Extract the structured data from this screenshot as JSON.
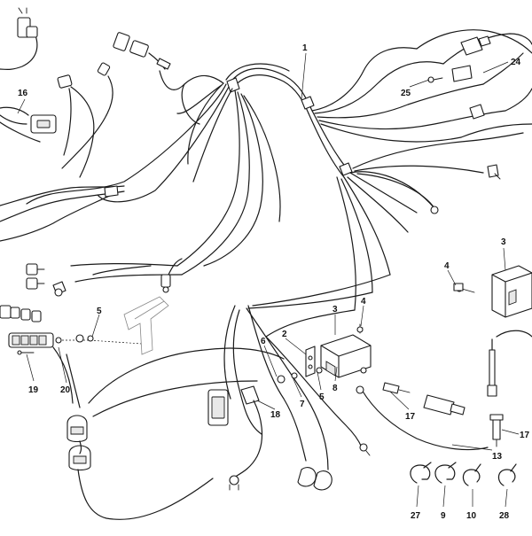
{
  "callouts": [
    {
      "id": "c1",
      "label": "1"
    },
    {
      "id": "c2",
      "label": "2"
    },
    {
      "id": "c3a",
      "label": "3"
    },
    {
      "id": "c3b",
      "label": "3"
    },
    {
      "id": "c4a",
      "label": "4"
    },
    {
      "id": "c4b",
      "label": "4"
    },
    {
      "id": "c5a",
      "label": "5"
    },
    {
      "id": "c5b",
      "label": "5"
    },
    {
      "id": "c6",
      "label": "6"
    },
    {
      "id": "c7",
      "label": "7"
    },
    {
      "id": "c8",
      "label": "8"
    },
    {
      "id": "c9",
      "label": "9"
    },
    {
      "id": "c10",
      "label": "10"
    },
    {
      "id": "c13",
      "label": "13"
    },
    {
      "id": "c16",
      "label": "16"
    },
    {
      "id": "c17a",
      "label": "17"
    },
    {
      "id": "c17b",
      "label": "17"
    },
    {
      "id": "c18",
      "label": "18"
    },
    {
      "id": "c19",
      "label": "19"
    },
    {
      "id": "c20",
      "label": "20"
    },
    {
      "id": "c24",
      "label": "24"
    },
    {
      "id": "c25",
      "label": "25"
    },
    {
      "id": "c27",
      "label": "27"
    },
    {
      "id": "c28",
      "label": "28"
    }
  ]
}
